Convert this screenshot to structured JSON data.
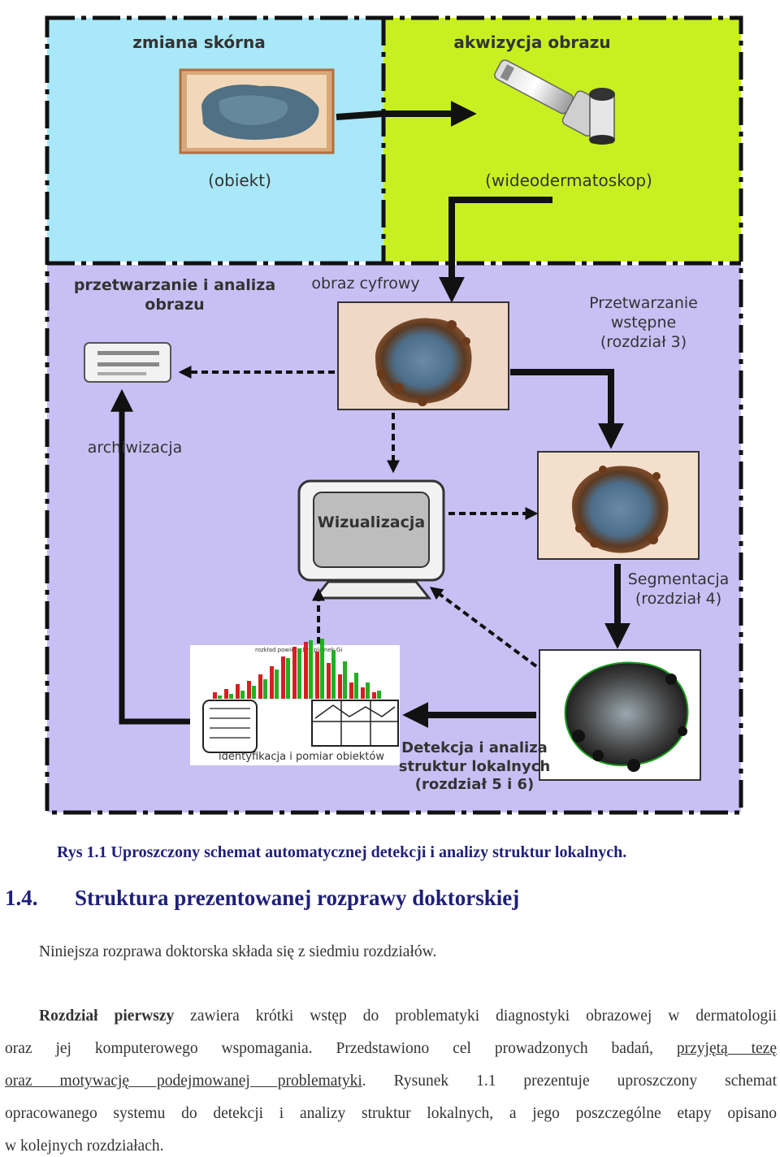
{
  "diagram": {
    "quadrants": {
      "top_left_title": "zmiana skórna",
      "top_left_sub": "(obiekt)",
      "top_right_title": "akwizycja obrazu",
      "top_right_sub": "(wideodermatoskop)",
      "bottom_title": "przetwarzanie i analiza obrazu"
    },
    "labels": {
      "digital_image": "obraz cyfrowy",
      "preprocessing": "Przetwarzanie wstępne (rozdział 3)",
      "archiving": "archiwizacja",
      "visualization": "Wizualizacja",
      "segmentation": "Segmentacja (rozdział 4)",
      "detection": "Detekcja i analiza struktur lokalnych (rozdział 5 i 6)",
      "identification": "identyfikacja i pomiar obiektów",
      "histogram_title": "rozkład powierzchni plamek Gi"
    },
    "colors": {
      "cyan": "#a8e8f8",
      "lime": "#c8f020",
      "lavender": "#c8c0f4",
      "border": "#111111"
    }
  },
  "caption": "Rys 1.1 Uproszczony schemat automatycznej detekcji i analizy struktur lokalnych.",
  "section": {
    "number": "1.4.",
    "title": "Struktura prezentowanej rozprawy doktorskiej"
  },
  "text": {
    "intro": "Niniejsza rozprawa doktorska składa się z siedmiu rozdziałów.",
    "p1_bold": "Rozdział pierwszy",
    "p1_l1": "zawiera krótki wstęp do problematyki diagnostyki obrazowej w dermatologii",
    "p1_l2a": "oraz jej komputerowego wspomagania. Przedstawiono cel prowadzonych badań,",
    "p1_l2b": "przyjętą tezę",
    "p1_l3a": "oraz motywację podejmowanej problematyki",
    "p1_l3b": ". Rysunek 1.1 prezentuje uproszczony schemat",
    "p1_l4": "opracowanego systemu do detekcji i analizy struktur lokalnych, a jego poszczególne etapy opisano",
    "p1_l5": "w kolejnych rozdziałach."
  }
}
